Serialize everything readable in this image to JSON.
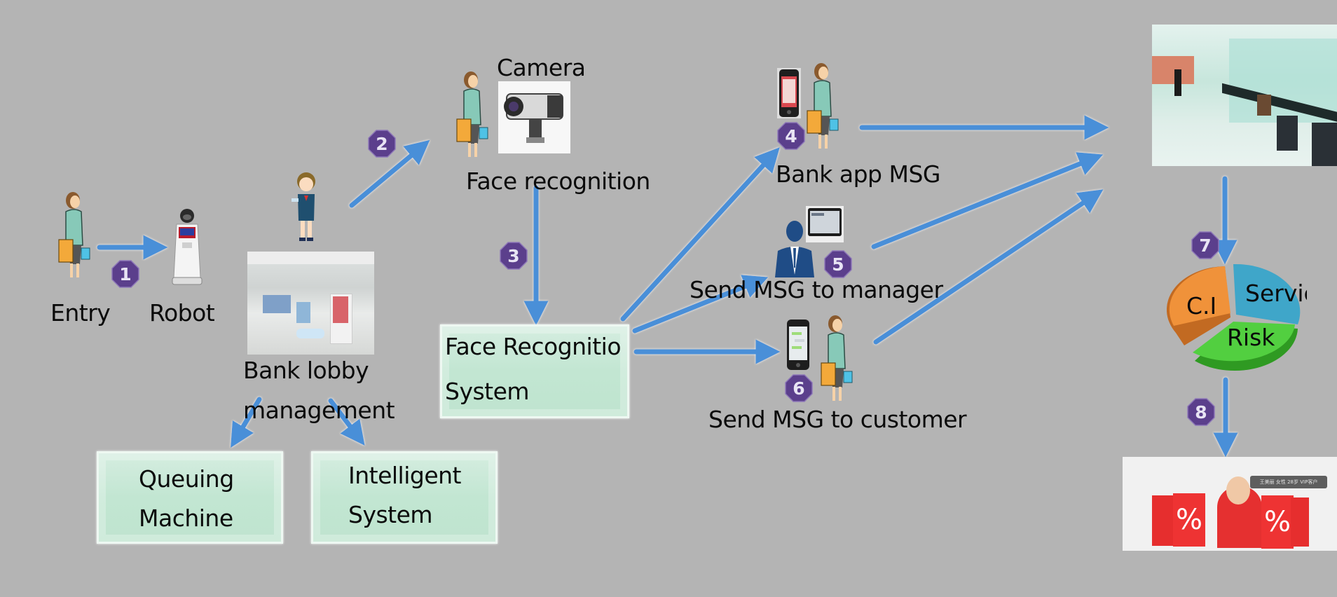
{
  "title": "Smart bank lobby face recognition workflow",
  "colors": {
    "background": "#b4b4b4",
    "arrow": "#4a8fd8",
    "badge": "#5b3f8c",
    "process_box": "#c2e6d2",
    "pie_ci": "#f0923a",
    "pie_service": "#3fa6c9",
    "pie_risk": "#45c23a"
  },
  "nodes": {
    "entry": {
      "label": "Entry",
      "icon": "customer-woman-icon"
    },
    "robot": {
      "label": "Robot",
      "icon": "service-robot-icon"
    },
    "lobby": {
      "label_line1": "Bank lobby",
      "label_line2": "management",
      "icon": "bank-teller-icon"
    },
    "camera": {
      "label": "Camera",
      "icon": "camera-icon"
    },
    "face_recognition": {
      "label": "Face recognition"
    },
    "frs": {
      "line1": "Face Recognitio",
      "line2": "System"
    },
    "queuing": {
      "line1": "Queuing",
      "line2": "Machine"
    },
    "intelligent": {
      "line1": "Intelligent",
      "line2": "System"
    },
    "bank_app": {
      "label": "Bank app MSG",
      "icon": "smartphone-icon"
    },
    "manager": {
      "label": "Send MSG to manager",
      "icon": "manager-icon"
    },
    "customer": {
      "label": "Send MSG to customer",
      "icon": "smartphone-icon"
    },
    "pie": {
      "segments": [
        "C.I",
        "Service",
        "Risk"
      ]
    },
    "service_hall": {
      "icon": "bank-hall-photo"
    },
    "promotion": {
      "icon": "promotion-photo",
      "caption": "王美丽 女性 28岁 VIP客户"
    }
  },
  "steps": [
    "1",
    "2",
    "3",
    "4",
    "5",
    "6",
    "7",
    "8"
  ]
}
